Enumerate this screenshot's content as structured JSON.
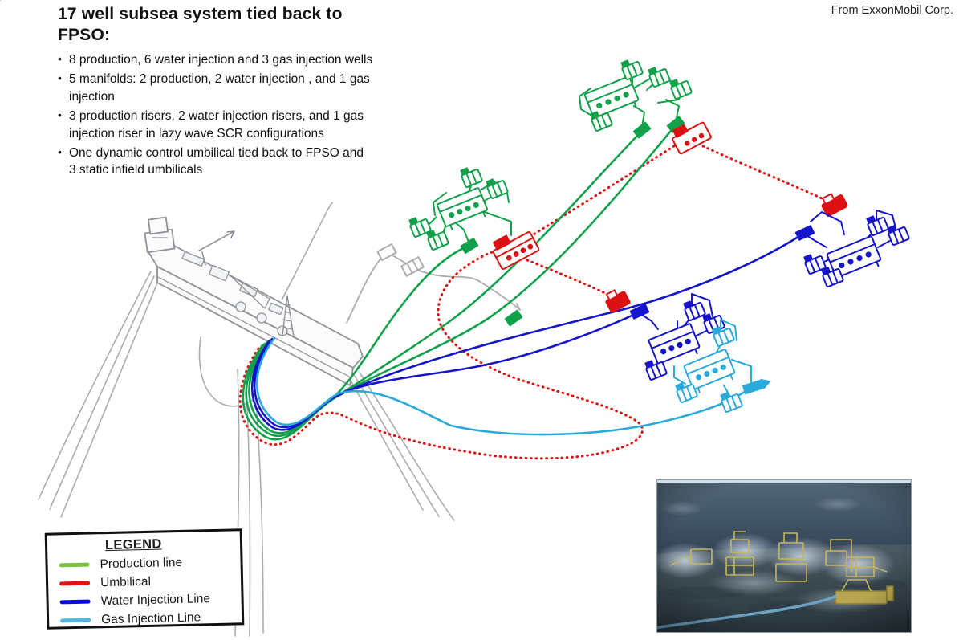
{
  "attribution": "From ExxonMobil Corp.",
  "header": {
    "title": "17 well subsea system tied back to\nFPSO:"
  },
  "bullets": [
    "8 production, 6 water injection and 3 gas injection wells",
    "5 manifolds: 2 production, 2 water injection , and 1 gas\ninjection",
    "3 production risers, 2 water injection risers, and 1 gas\ninjection riser in lazy wave SCR configurations",
    "One dynamic control umbilical tied back to FPSO and\n3 static infield umbilicals"
  ],
  "legend": {
    "title": "LEGEND",
    "items": [
      {
        "label": "Production line",
        "color": "#7cc142"
      },
      {
        "label": "Umbilical",
        "color": "#e01111"
      },
      {
        "label": "Water Injection Line",
        "color": "#0b0bdb"
      },
      {
        "label": "Gas Injection Line",
        "color": "#56b4dc"
      }
    ]
  },
  "diagram": {
    "colors": {
      "production": "#12a14b",
      "umbilical": "#dd1111",
      "water_injection": "#1414cc",
      "gas_injection": "#2aa9dc",
      "structure": "#8d9298",
      "mooring": "#a9adb0"
    },
    "components": {
      "vessel": "FPSO",
      "production_manifold_clusters": 2,
      "water_injection_manifold_clusters": 2,
      "gas_injection_manifold_clusters": 1,
      "umbilical_terminations": 4
    }
  }
}
